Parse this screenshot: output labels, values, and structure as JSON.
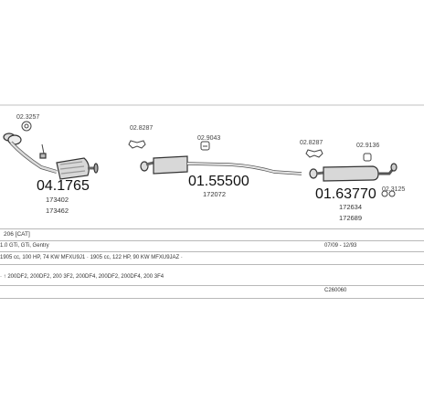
{
  "diagram": {
    "parts": [
      {
        "id": "front",
        "number": "04.1765",
        "refs": [
          "173402",
          "173462"
        ],
        "clamp": "02.3257"
      },
      {
        "id": "middle",
        "number": "01.55500",
        "refs": [
          "172072"
        ],
        "clamps": [
          "02.8287",
          "02.9043"
        ]
      },
      {
        "id": "rear",
        "number": "01.63770",
        "refs": [
          "172634",
          "172689"
        ],
        "clamps": [
          "02.8287",
          "02.9136",
          "02.3125"
        ]
      }
    ]
  },
  "info": {
    "model": "206  [CAT]",
    "engine": "1.0 GTi, GTi, Gentry",
    "dates": "07/09 - 12/93",
    "spec": "1905 cc, 100 HP, 74 KW  MFXU9J1 · 1905 cc, 122 HP, 90 KW  MFXU9JAZ ·",
    "variants": "· ↑ 200DF2, 200DF2, 200 3F2, 200DF4, 200DF2, 200DF4, 200 3F4",
    "code": "C260060"
  }
}
